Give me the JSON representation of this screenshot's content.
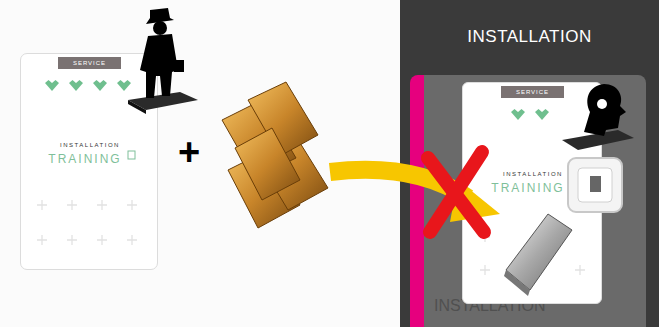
{
  "diagram": {
    "nodes": [
      {
        "text": [
          "SERVICE",
          "INSTALLATION",
          "TRAINING"
        ]
      },
      {
        "text": [
          "INSTALLATION"
        ]
      },
      {
        "text": [
          "INSTALLATION"
        ],
        "in": 1
      },
      {
        "text": [
          "SERVICE",
          "INSTALLATION",
          "TRAINING"
        ],
        "in": 2
      }
    ],
    "labels": [
      "+"
    ]
  }
}
